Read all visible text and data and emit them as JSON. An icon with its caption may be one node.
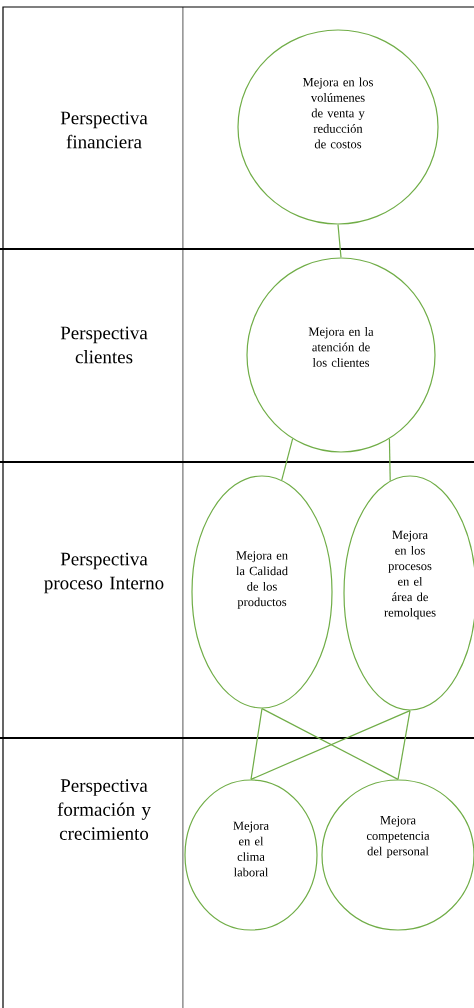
{
  "diagram": {
    "nodes": [
      {
        "text": [
          "Mejora en los volúmenes de venta y reducción de costos"
        ]
      },
      {
        "text": [
          "Mejora en la atención de los clientes"
        ]
      },
      {
        "text": [
          "Mejora en la Calidad de los productos"
        ]
      },
      {
        "text": [
          "Mejora en los procesos en el área de remolques"
        ]
      },
      {
        "text": [
          "Mejora en el clima laboral"
        ]
      },
      {
        "text": [
          "Mejora competencia del personal"
        ]
      }
    ],
    "edges": [
      {
        "from": 0,
        "to": 1,
        "arrow": "none"
      },
      {
        "from": 1,
        "to": 2,
        "arrow": "none"
      },
      {
        "from": 1,
        "to": 3,
        "arrow": "none"
      },
      {
        "from": 2,
        "to": 4,
        "arrow": "none"
      },
      {
        "from": 2,
        "to": 5,
        "arrow": "none"
      },
      {
        "from": 3,
        "to": 4,
        "arrow": "none"
      },
      {
        "from": 3,
        "to": 5,
        "arrow": "none"
      }
    ],
    "labels": [
      "Perspectiva financiera",
      "Perspectiva clientes",
      "Perspectiva proceso Interno",
      "Perspectiva formación y crecimiento"
    ]
  }
}
